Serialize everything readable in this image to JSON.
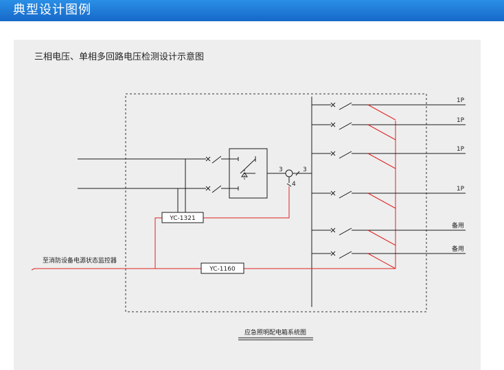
{
  "header": {
    "title": "典型设计图例"
  },
  "panel": {
    "title": "三相电压、单相多回路电压检测设计示意图"
  },
  "diagram": {
    "module_1": "YC-1321",
    "module_2": "YC-1160",
    "left_label": "至消防设备电源状态监控器",
    "junction_in": "3",
    "junction_out": "3",
    "junction_switch": "4",
    "outputs": [
      "1P",
      "1P",
      "1P",
      "1P",
      "备用",
      "备用"
    ],
    "caption": "应急照明配电箱系统图"
  },
  "colors": {
    "red_wire": "#e02020",
    "black_wire": "#1a1a1a",
    "header_blue": "#1a73d6"
  }
}
